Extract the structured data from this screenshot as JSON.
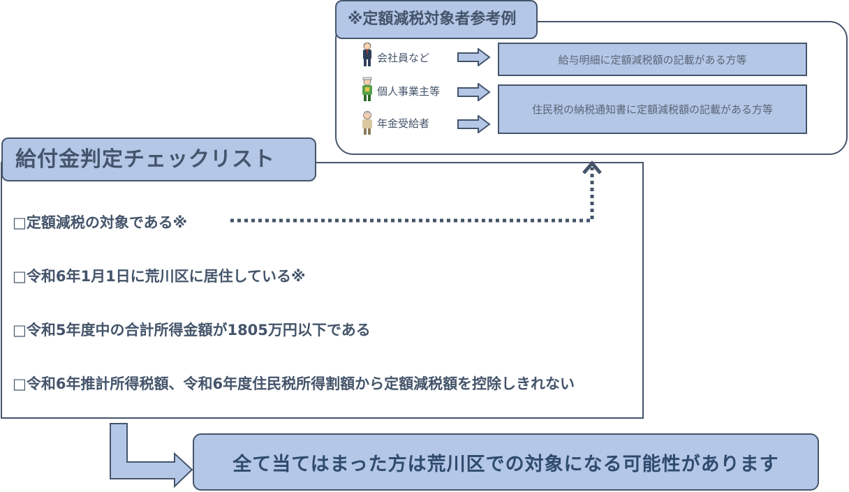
{
  "reference": {
    "title": "※定額減税対象者参考例",
    "rows": [
      {
        "label": "会社員など"
      },
      {
        "label": "個人事業主等"
      },
      {
        "label": "年金受給者"
      }
    ],
    "box1": "給与明細に定額減税額の記載がある方等",
    "box2": "住民税の納税通知書に定額減税額の記載がある方等"
  },
  "checklist": {
    "title": "給付金判定チェックリスト",
    "items": [
      "□定額減税の対象である※",
      "□令和6年1月1日に荒川区に居住している※",
      "□令和5年度中の合計所得金額が1805万円以下である",
      "□令和6年推計所得税額、令和6年度住民税所得割額から定額減税額を控除しきれない"
    ]
  },
  "result": {
    "text": "全て当てはまった方は荒川区での対象になる可能性があります"
  },
  "colors": {
    "box_fill": "#b4c7e7",
    "border": "#44546a",
    "text": "#44546a"
  }
}
